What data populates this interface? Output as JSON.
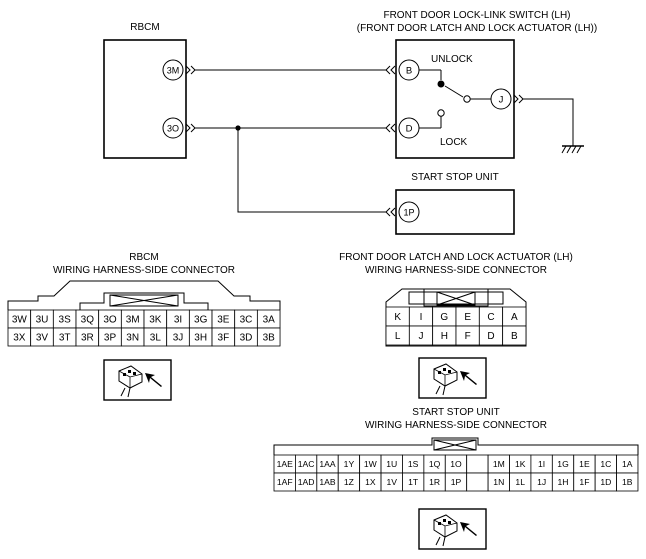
{
  "rbcm": {
    "title": "RBCM",
    "terminals": [
      "3M",
      "3O"
    ]
  },
  "front_door_switch": {
    "title_line1": "FRONT DOOR LOCK-LINK SWITCH (LH)",
    "title_line2": "(FRONT DOOR LATCH AND LOCK ACTUATOR (LH))",
    "terminals": [
      "B",
      "D",
      "J"
    ],
    "unlock_label": "UNLOCK",
    "lock_label": "LOCK"
  },
  "start_stop_unit": {
    "title": "START STOP UNIT",
    "terminal": "1P"
  },
  "rbcm_connector": {
    "title_line1": "RBCM",
    "title_line2": "WIRING HARNESS-SIDE CONNECTOR",
    "rows": [
      [
        "3W",
        "3U",
        "3S",
        "3Q",
        "3O",
        "3M",
        "3K",
        "3I",
        "3G",
        "3E",
        "3C",
        "3A"
      ],
      [
        "3X",
        "3V",
        "3T",
        "3R",
        "3P",
        "3N",
        "3L",
        "3J",
        "3H",
        "3F",
        "3D",
        "3B"
      ]
    ]
  },
  "actuator_connector": {
    "title_line1": "FRONT DOOR LATCH AND LOCK ACTUATOR (LH)",
    "title_line2": "WIRING HARNESS-SIDE CONNECTOR",
    "rows": [
      [
        "K",
        "I",
        "G",
        "E",
        "C",
        "A"
      ],
      [
        "L",
        "J",
        "H",
        "F",
        "D",
        "B"
      ]
    ]
  },
  "ssu_connector": {
    "title_line1": "START STOP UNIT",
    "title_line2": "WIRING HARNESS-SIDE CONNECTOR",
    "rows": [
      [
        "1AE",
        "1AC",
        "1AA",
        "1Y",
        "1W",
        "1U",
        "1S",
        "1Q",
        "1O",
        "",
        "1M",
        "1K",
        "1I",
        "1G",
        "1E",
        "1C",
        "1A"
      ],
      [
        "1AF",
        "1AD",
        "1AB",
        "1Z",
        "1X",
        "1V",
        "1T",
        "1R",
        "1P",
        "",
        "1N",
        "1L",
        "1J",
        "1H",
        "1F",
        "1D",
        "1B"
      ]
    ]
  }
}
